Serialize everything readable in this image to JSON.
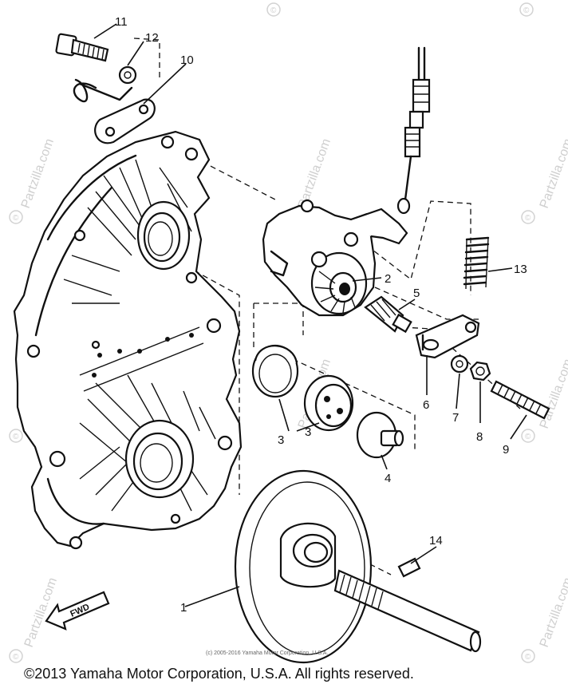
{
  "watermark": {
    "brand": "Partzilla.com",
    "symbol": "©"
  },
  "callouts": [
    "1",
    "2",
    "3",
    "3",
    "4",
    "5",
    "6",
    "7",
    "8",
    "9",
    "10",
    "11",
    "12",
    "13",
    "14"
  ],
  "direction_label": "FWD",
  "small_copyright": "(c) 2005-2016 Yamaha Motor Corporation, U.S.A.",
  "footer_copyright": "©2013 Yamaha Motor Corporation, U.S.A. All rights reserved."
}
